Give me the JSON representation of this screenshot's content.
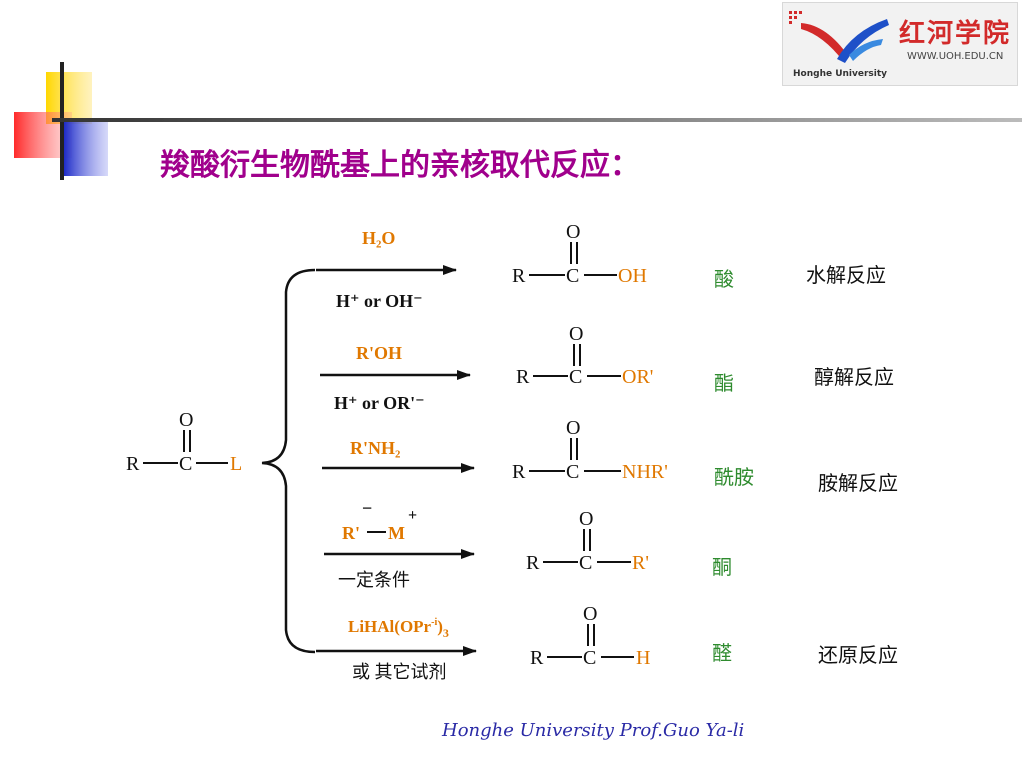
{
  "header": {
    "logo": {
      "cn": "红河学院",
      "url": "WWW.UOH.EDU.CN",
      "en": "Honghe University"
    },
    "title": "羧酸衍生物酰基上的亲核取代反应："
  },
  "diagram": {
    "reactant": {
      "R": "R",
      "C": "C",
      "O": "O",
      "L": "L"
    },
    "reactions": [
      {
        "reagent_top": "H₂O",
        "condition_bottom": "H⁺ or OH⁻",
        "product": {
          "R": "R",
          "C": "C",
          "O": "O",
          "group": "OH"
        },
        "product_class": "酸",
        "reaction_type": "水解反应"
      },
      {
        "reagent_top": "R'OH",
        "condition_bottom": "H⁺ or OR'⁻",
        "product": {
          "R": "R",
          "C": "C",
          "O": "O",
          "group": "OR'"
        },
        "product_class": "酯",
        "reaction_type": "醇解反应"
      },
      {
        "reagent_top": "R'NH₂",
        "condition_bottom": "",
        "product": {
          "R": "R",
          "C": "C",
          "O": "O",
          "group": "NHR'"
        },
        "product_class": "酰胺",
        "reaction_type": "胺解反应"
      },
      {
        "reagent_top_left": "R'",
        "reagent_top_right": "M",
        "reagent_charge_left": "−",
        "reagent_charge_right": "+",
        "condition_bottom": "一定条件",
        "product": {
          "R": "R",
          "C": "C",
          "O": "O",
          "group": "R'"
        },
        "product_class": "酮",
        "reaction_type": ""
      },
      {
        "reagent_top": "LiHAl(OPr",
        "reagent_sup": "-i",
        "reagent_tail": ")",
        "reagent_sub": "3",
        "condition_bottom": "或 其它试剂",
        "product": {
          "R": "R",
          "C": "C",
          "O": "O",
          "group": "H"
        },
        "product_class": "醛",
        "reaction_type": "还原反应"
      }
    ]
  },
  "footer": {
    "text": "Honghe University  Prof.Guo Ya-li"
  }
}
